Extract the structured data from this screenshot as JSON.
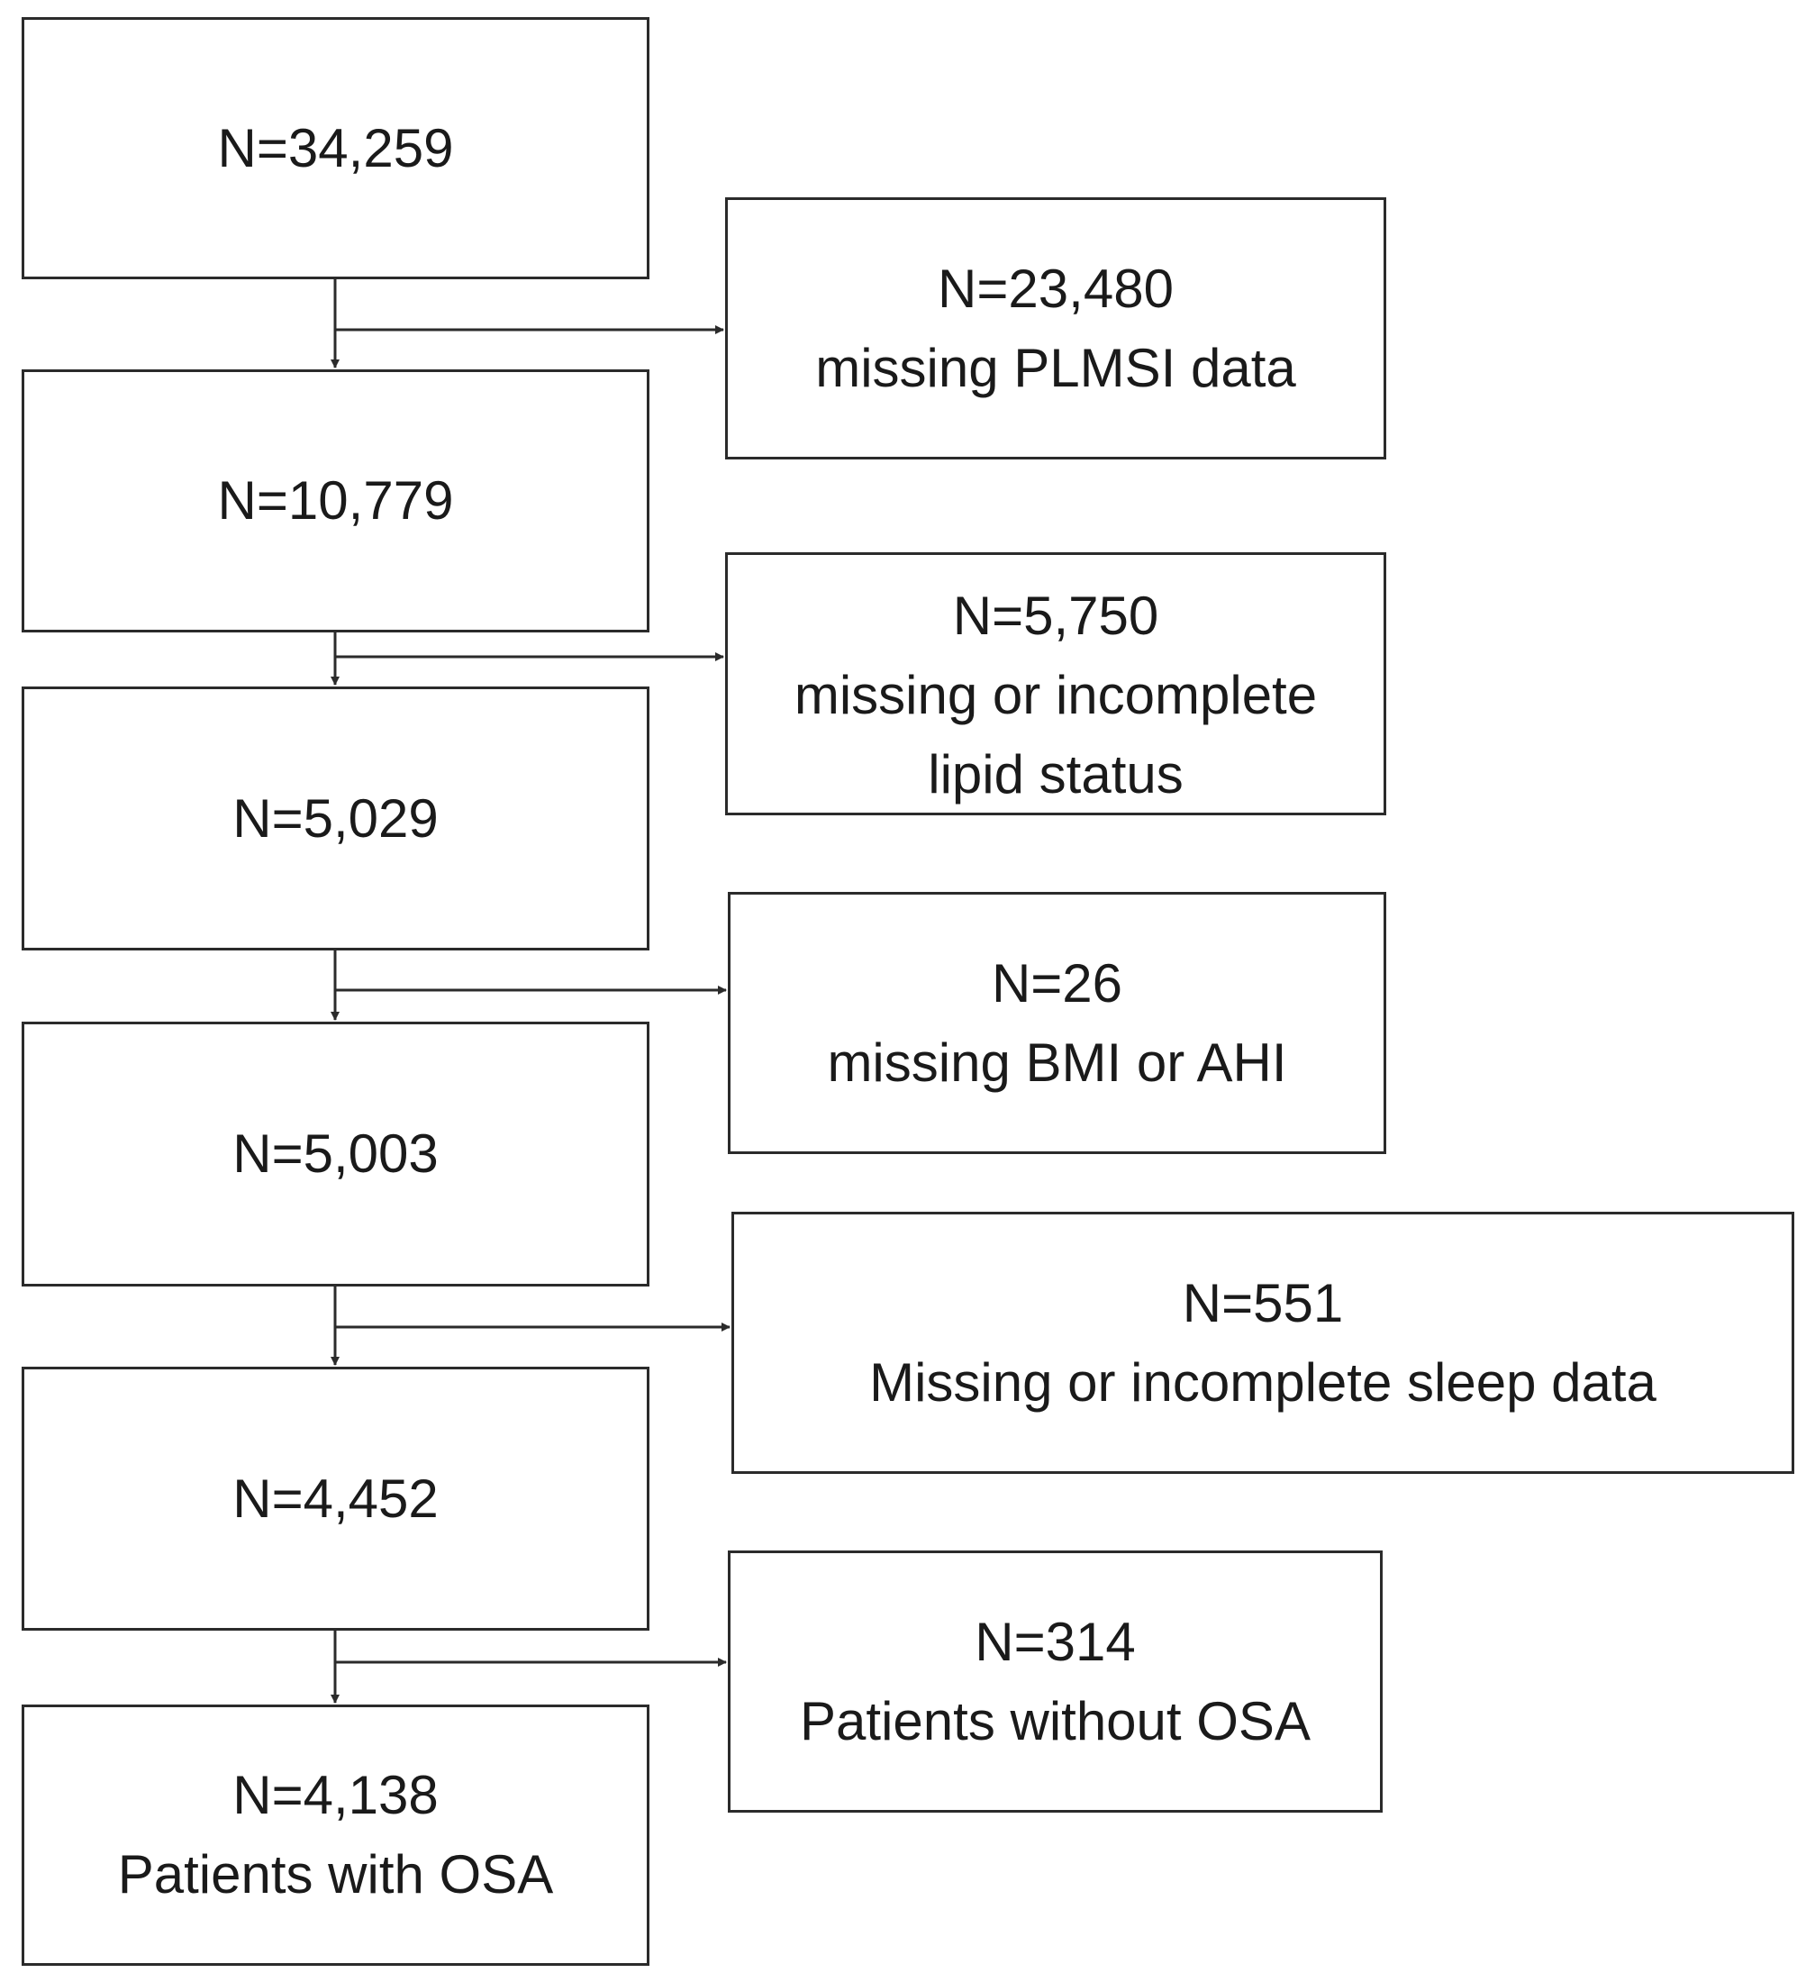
{
  "flow": {
    "main_boxes": [
      {
        "lines": [
          "N=34,259"
        ]
      },
      {
        "lines": [
          "N=10,779"
        ]
      },
      {
        "lines": [
          "N=5,029"
        ]
      },
      {
        "lines": [
          "N=5,003"
        ]
      },
      {
        "lines": [
          "N=4,452"
        ]
      },
      {
        "lines": [
          "N=4,138",
          "Patients with OSA"
        ]
      }
    ],
    "exclusion_boxes": [
      {
        "lines": [
          "N=23,480",
          "missing PLMSI data"
        ]
      },
      {
        "lines": [
          "N=5,750",
          "missing or incomplete",
          "lipid status"
        ]
      },
      {
        "lines": [
          "N=26",
          "missing BMI or AHI"
        ]
      },
      {
        "lines": [
          "N=551",
          "Missing or incomplete sleep data"
        ]
      },
      {
        "lines": [
          "N=314",
          "Patients without OSA"
        ]
      }
    ]
  },
  "colors": {
    "border": "#2b2b2b",
    "text": "#1a1a1a",
    "background": "#ffffff"
  }
}
